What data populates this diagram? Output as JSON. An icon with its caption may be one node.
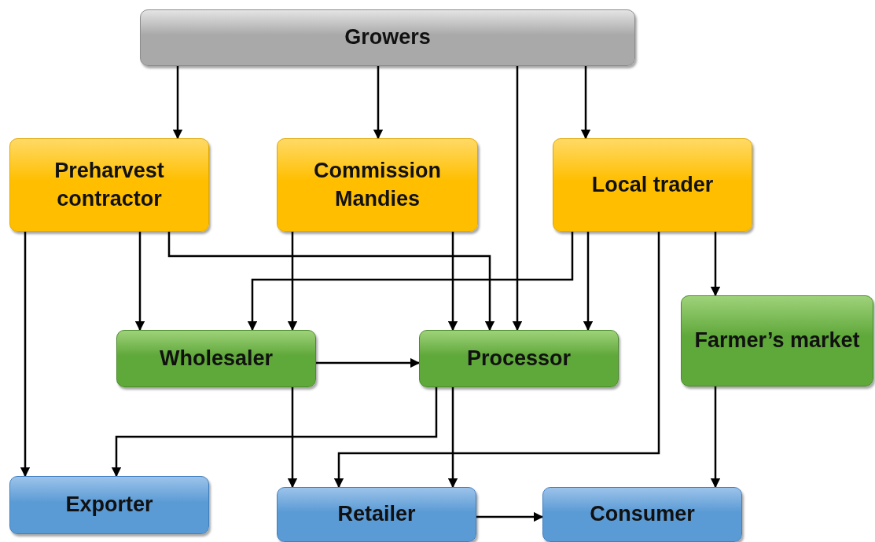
{
  "diagram": {
    "nodes": [
      {
        "text": [
          "Growers"
        ]
      },
      {
        "text": [
          "Preharvest contractor"
        ]
      },
      {
        "text": [
          "Commission Mandies"
        ]
      },
      {
        "text": [
          "Local trader"
        ]
      },
      {
        "text": [
          "Wholesaler"
        ]
      },
      {
        "text": [
          "Processor"
        ]
      },
      {
        "text": [
          "Farmer’s market"
        ]
      },
      {
        "text": [
          "Exporter"
        ]
      },
      {
        "text": [
          "Retailer"
        ]
      },
      {
        "text": [
          "Consumer"
        ]
      }
    ],
    "edges": [
      {
        "from": 0,
        "to": 1,
        "arrow": "to"
      },
      {
        "from": 0,
        "to": 2,
        "arrow": "to"
      },
      {
        "from": 0,
        "to": 5,
        "arrow": "to"
      },
      {
        "from": 0,
        "to": 3,
        "arrow": "to"
      },
      {
        "from": 1,
        "to": 7,
        "arrow": "to"
      },
      {
        "from": 1,
        "to": 4,
        "arrow": "to"
      },
      {
        "from": 1,
        "to": 5,
        "arrow": "to"
      },
      {
        "from": 2,
        "to": 4,
        "arrow": "to"
      },
      {
        "from": 2,
        "to": 5,
        "arrow": "to"
      },
      {
        "from": 3,
        "to": 4,
        "arrow": "to"
      },
      {
        "from": 3,
        "to": 5,
        "arrow": "to"
      },
      {
        "from": 3,
        "to": 8,
        "arrow": "to"
      },
      {
        "from": 3,
        "to": 6,
        "arrow": "to"
      },
      {
        "from": 4,
        "to": 5,
        "arrow": "to"
      },
      {
        "from": 4,
        "to": 8,
        "arrow": "to"
      },
      {
        "from": 5,
        "to": 7,
        "arrow": "to"
      },
      {
        "from": 5,
        "to": 8,
        "arrow": "to"
      },
      {
        "from": 6,
        "to": 9,
        "arrow": "to"
      },
      {
        "from": 8,
        "to": 9,
        "arrow": "to"
      }
    ]
  }
}
